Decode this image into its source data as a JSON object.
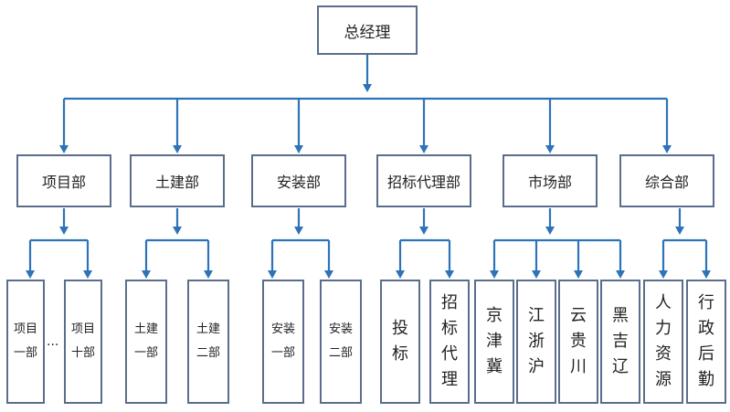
{
  "top": {
    "label": "总经理"
  },
  "departments": [
    {
      "label": "项目部",
      "subs": [
        "项目\n一部",
        "项目\n十部"
      ],
      "ellipsis": "..."
    },
    {
      "label": "土建部",
      "subs": [
        "土建\n一部",
        "土建\n二部"
      ]
    },
    {
      "label": "安装部",
      "subs": [
        "安装\n一部",
        "安装\n二部"
      ]
    },
    {
      "label": "招标代理部",
      "subs": [
        "投\n标",
        "招\n标\n代\n理"
      ]
    },
    {
      "label": "市场部",
      "subs": [
        "京\n津\n冀",
        "江\n浙\n沪",
        "云\n贵\n川",
        "黑\n吉\n辽"
      ]
    },
    {
      "label": "综合部",
      "subs": [
        "人\n力\n资\n源",
        "行\n政\n后\n勤"
      ]
    }
  ],
  "colors": {
    "connector": "#2e73b8",
    "box_border": "#5a6e8c"
  }
}
